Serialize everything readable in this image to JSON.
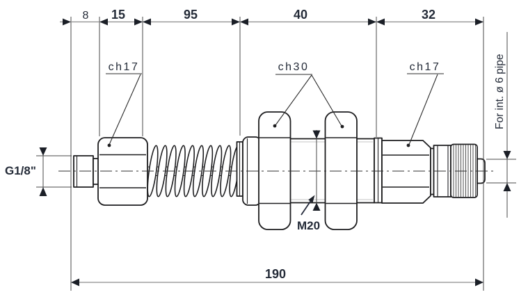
{
  "dimensions": {
    "segments": [
      "8",
      "15",
      "95",
      "40",
      "32"
    ],
    "overall": "190",
    "left_thread": "G1/8\"",
    "center_thread": "M20",
    "pipe_note": "For int. ø 6 pipe"
  },
  "hex_labels": {
    "left": "ch17",
    "middle": "ch30",
    "right": "ch17"
  },
  "colors": {
    "ink": "#1d1d1f",
    "dimension_line": "#8c8c8c",
    "text": "#242b38",
    "background": "#ffffff"
  }
}
